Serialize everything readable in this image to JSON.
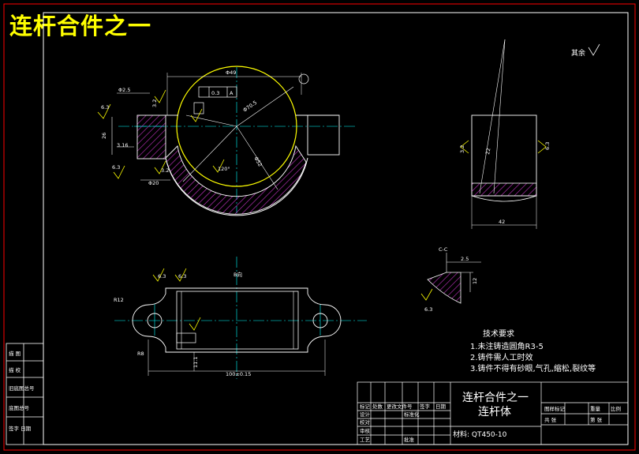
{
  "title": "连杆合件之一",
  "drawing_title": {
    "line1": "连杆合件之一",
    "line2": "连杆体"
  },
  "material": "材料: QT450-10",
  "other": "其余",
  "labels": {
    "section_cc": "C-C",
    "direction_b": "B向",
    "section_a": "A"
  },
  "tech_requirements": {
    "heading": "技术要求",
    "items": [
      "1.未注铸造圆角R3-5",
      "2.铸件需人工时效",
      "3.铸件不得有砂眼,气孔,缩松,裂纹等"
    ]
  },
  "dimensions": {
    "top_width": "Φ49",
    "r_big": "Φ70.5",
    "r_center": "Φ2.5",
    "tol_box": "0.3",
    "tol_ref": "A",
    "dim_26": "26",
    "dim_3_16": "3.16",
    "dim_20": "Φ20",
    "dim_bore": "Φ52",
    "dim_angle": "120°",
    "side_width": "42",
    "side_rough": "3.2",
    "side_rough2": "6.3",
    "side_dim": "22",
    "cc_25": "2.5",
    "cc_12": "12",
    "r12": "R12",
    "r8": "R8",
    "length": "100±0.15",
    "rough_a": "6.3",
    "rough_b": "3.2",
    "h_small": "11.1"
  },
  "title_block": {
    "left_col": [
      "描 图",
      "描 校",
      "旧底图总号",
      "底图总号",
      "签字 日期"
    ],
    "revision_header": [
      "标记",
      "处数",
      "更改文件号",
      "签字",
      "日期"
    ],
    "rows": [
      "设计",
      "校对",
      "审核",
      "工艺"
    ],
    "right_header": [
      "图样标记",
      "重量",
      "比例"
    ],
    "sheet": [
      "共 张",
      "第 张"
    ],
    "standard": "标准化",
    "approve": "批准"
  },
  "colors": {
    "outline": "#ffffff",
    "border": "#ff0000",
    "center": "#00ffff",
    "hatch": "#cc33cc",
    "title": "#ffff00",
    "highlight": "#ffff00"
  }
}
